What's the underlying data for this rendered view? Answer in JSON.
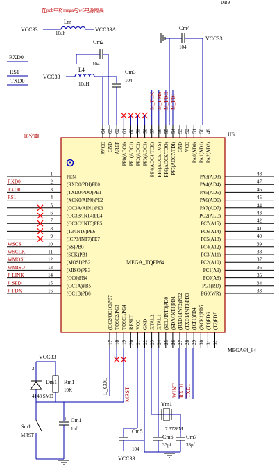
{
  "sheet": {
    "header_note": "在pcb中将mega与w5电源隔离",
    "top_right_partial": "DB9"
  },
  "chip": {
    "ref": "U6",
    "part": "MEGA_TQFP64",
    "value": "MEGA64_64",
    "left_text": "18空脚",
    "left_pins": [
      {
        "num": "1",
        "name": "PEN",
        "net": "",
        "nc": false
      },
      {
        "num": "2",
        "name": "(RXD0/PDI)PE0",
        "net": "RXD0",
        "nc": false
      },
      {
        "num": "3",
        "name": "(TXD0/PDO)PE1",
        "net": "TXD0",
        "nc": false
      },
      {
        "num": "4",
        "name": "(XCK0/AIN0)PE2",
        "net": "RS1",
        "nc": false
      },
      {
        "num": "5",
        "name": "(OC3A/AIN1)PE3",
        "net": "",
        "nc": true
      },
      {
        "num": "6",
        "name": "(OC3B/INT4)PE4",
        "net": "",
        "nc": true
      },
      {
        "num": "7",
        "name": "(OC3C/INT5)PE5",
        "net": "",
        "nc": true
      },
      {
        "num": "8",
        "name": "(T3/INT6)PE6",
        "net": "",
        "nc": true
      },
      {
        "num": "9",
        "name": "(ICP3/INT7)PE7",
        "net": "",
        "nc": true
      },
      {
        "num": "10",
        "name": "(SS)PB0",
        "net": "WSCS",
        "nc": false
      },
      {
        "num": "11",
        "name": "(SCK)PB1",
        "net": "WSCLK",
        "nc": false
      },
      {
        "num": "12",
        "name": "(MOSI)PB2",
        "net": "WMOSI",
        "nc": false
      },
      {
        "num": "13",
        "name": "(MISO)PB3",
        "net": "WMISO",
        "nc": false
      },
      {
        "num": "14",
        "name": "(OC0)PB4",
        "net": "J_LINK",
        "nc": false
      },
      {
        "num": "15",
        "name": "(OC1A)PB5",
        "net": "J_SPD",
        "nc": false
      },
      {
        "num": "16",
        "name": "(OC1B)PB6",
        "net": "J_FDX",
        "nc": false
      }
    ],
    "right_pins": [
      {
        "num": "48",
        "name": "PA3(AD3)"
      },
      {
        "num": "47",
        "name": "PA4(AD4)"
      },
      {
        "num": "46",
        "name": "PA5(AD5)"
      },
      {
        "num": "45",
        "name": "PA6(AD6)"
      },
      {
        "num": "44",
        "name": "PA7(AD7)"
      },
      {
        "num": "43",
        "name": "PG2(ALE)"
      },
      {
        "num": "42",
        "name": "PC7(A15)"
      },
      {
        "num": "41",
        "name": "PC6(A14)"
      },
      {
        "num": "40",
        "name": "PC5(A13)"
      },
      {
        "num": "39",
        "name": "PC4(A12)"
      },
      {
        "num": "38",
        "name": "PC3(A11)"
      },
      {
        "num": "37",
        "name": "PC2(A10)"
      },
      {
        "num": "36",
        "name": "PC1(A9)"
      },
      {
        "num": "35",
        "name": "PC0(A8)"
      },
      {
        "num": "34",
        "name": "PG1(RD)"
      },
      {
        "num": "33",
        "name": "PG0(WR)"
      }
    ],
    "top_pins": [
      {
        "num": "64",
        "name": "AVCC"
      },
      {
        "num": "63",
        "name": "GND"
      },
      {
        "num": "62",
        "name": "AREF"
      },
      {
        "num": "61",
        "name": "PF0(ADC0)"
      },
      {
        "num": "60",
        "name": "PF1(ADC1)"
      },
      {
        "num": "59",
        "name": "PF2(ADC2)"
      },
      {
        "num": "58",
        "name": "PF3(ADC3)"
      },
      {
        "num": "57",
        "name": "PF4(ADC4/TCK)"
      },
      {
        "num": "56",
        "name": "PF5(ADC5/TMS)"
      },
      {
        "num": "55",
        "name": "PF6(ADC6/TDO)"
      },
      {
        "num": "54",
        "name": "PF7(ADC7/TDI)"
      },
      {
        "num": "53",
        "name": "GND"
      },
      {
        "num": "52",
        "name": "VCC"
      },
      {
        "num": "51",
        "name": "PA0(AD0)"
      },
      {
        "num": "50",
        "name": "PA1(AD1)"
      },
      {
        "num": "49",
        "name": "PA2(AD2)"
      }
    ],
    "bottom_pins": [
      {
        "num": "17",
        "name": "(OC2/OC1C)PB7"
      },
      {
        "num": "18",
        "name": "TOSC2/PG3"
      },
      {
        "num": "19",
        "name": "TOSC1/PG4"
      },
      {
        "num": "20",
        "name": "RESET"
      },
      {
        "num": "21",
        "name": "VCC"
      },
      {
        "num": "22",
        "name": "GND"
      },
      {
        "num": "23",
        "name": "XTAL2"
      },
      {
        "num": "24",
        "name": "XTAL1"
      },
      {
        "num": "25",
        "name": "(SCL/INT0)PD0"
      },
      {
        "num": "26",
        "name": "(SDA/INT1)PD1"
      },
      {
        "num": "27",
        "name": "(RXD1/INT2)PD2"
      },
      {
        "num": "28",
        "name": "(TXD1/INT3)PD3"
      },
      {
        "num": "29",
        "name": "(ICP1)PD4"
      },
      {
        "num": "30",
        "name": "(XCK1)PD5"
      },
      {
        "num": "31",
        "name": "(T1)PD6"
      },
      {
        "num": "32",
        "name": "(T2)PD7"
      }
    ]
  },
  "nets": {
    "top": [
      "M_TCK",
      "M_TMS",
      "M_TDO",
      "M_TDI"
    ],
    "bottom": [
      "L_COL",
      "MRST",
      "WINT",
      "RXD1",
      "TXD1"
    ],
    "left_side": [
      "RXD0",
      "RS1",
      "TXD0"
    ]
  },
  "components": {
    "lm": {
      "ref": "Lm",
      "value": "10uh"
    },
    "l4": {
      "ref": "L4",
      "value": "10uH"
    },
    "cm2": {
      "ref": "Cm2",
      "value": "104"
    },
    "cm3": {
      "ref": "Cm3",
      "value": "104"
    },
    "cm4": {
      "ref": "Cm4",
      "value": "104"
    },
    "dm1": {
      "ref": "Dm1",
      "value": "4148 SMD"
    },
    "rm1": {
      "ref": "Rm1",
      "value": "10K"
    },
    "cm1": {
      "ref": "Cm1",
      "value": "1uf"
    },
    "sm1": {
      "ref": "Sm1",
      "value": "MRST"
    },
    "ym1": {
      "ref": "Ym1",
      "value": "7.3728M"
    },
    "cm5": {
      "ref": "Cm5",
      "value": "104"
    },
    "cm6": {
      "ref": "Cm6",
      "value": "33pf"
    },
    "cm7": {
      "ref": "Cm7",
      "value": "33pf"
    },
    "cm1_plus": "+",
    "dm1_num": "2"
  },
  "power": {
    "vcc33": "VCC33",
    "vcc33a": "VCC33A"
  },
  "colors": {
    "wire": "#0000a8",
    "chip_fill": "#fff8bf",
    "chip_border": "#a00000",
    "no_connect": "#ff0000",
    "note": "#c00000"
  }
}
